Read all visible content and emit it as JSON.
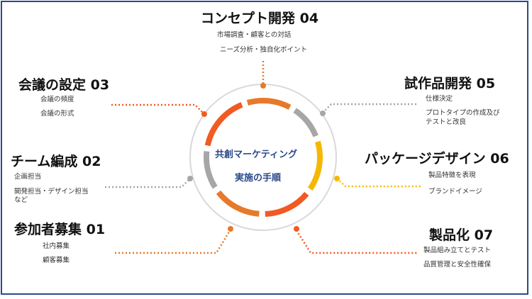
{
  "center": {
    "line1": "共創マーケティング",
    "line2": "実施の手順"
  },
  "steps": [
    {
      "title": "参加者募集 01",
      "notes": [
        "社内募集",
        "顧客募集"
      ]
    },
    {
      "title": "チーム編成 02",
      "notes": [
        "企画担当",
        "開発担当・デザイン担当",
        "など"
      ]
    },
    {
      "title": "会議の設定 03",
      "notes": [
        "会議の頻度",
        "会議の形式"
      ]
    },
    {
      "title": "コンセプト開発 04",
      "notes": [
        "市場調査・顧客との対話",
        "ニーズ分析・独自化ポイント"
      ]
    },
    {
      "title": "試作品開発 05",
      "notes": [
        "仕様決定",
        "プロトタイプの作成及び",
        "テストと改良"
      ]
    },
    {
      "title": "パッケージデザイン 06",
      "notes": [
        "製品特徴を表現",
        "ブランドイメージ"
      ]
    },
    {
      "title": "製品化 07",
      "notes": [
        "製品組み立てとテスト",
        "品質管理と安全性確保"
      ]
    }
  ],
  "colors": {
    "frame": "#2a4a8c",
    "center_text": "#2a4a8c",
    "orange": "#e8792a",
    "red_orange": "#f15a22",
    "gray": "#a6a6a6",
    "yellow": "#f5b800",
    "outer_ring": "#d9d9d9"
  }
}
